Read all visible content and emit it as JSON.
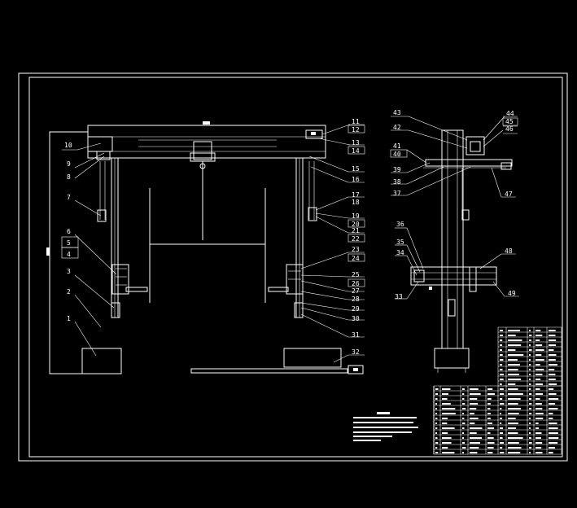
{
  "front_view_labels": [
    "10",
    "9",
    "8",
    "7",
    "6",
    "5",
    "4",
    "3",
    "2",
    "1",
    "11",
    "12",
    "13",
    "14",
    "15",
    "16",
    "17",
    "18",
    "19",
    "20",
    "21",
    "22",
    "23",
    "24",
    "25",
    "26",
    "27",
    "28",
    "29",
    "30",
    "31",
    "32"
  ],
  "side_view_labels": [
    "43",
    "42",
    "41",
    "40",
    "39",
    "38",
    "37",
    "36",
    "35",
    "34",
    "33",
    "44",
    "45",
    "46",
    "47",
    "48",
    "49"
  ]
}
